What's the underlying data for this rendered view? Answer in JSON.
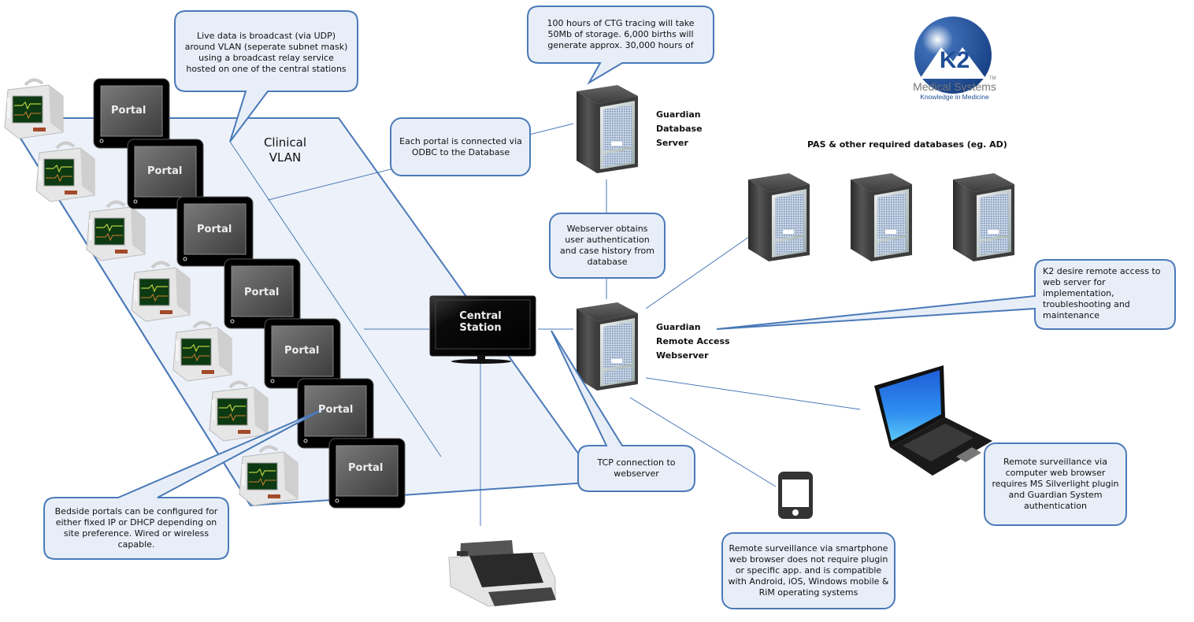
{
  "title": "Guardian System Network Overview",
  "colors": {
    "line": "#4a7ab8",
    "vlan_fill": "#edf1f9",
    "callout_fill": "#e8eef8",
    "callout_border": "#4a7ab8",
    "logo_blue": "#1f4e96"
  },
  "logo": {
    "mark": "K2",
    "company": "Medical Systems",
    "trademark": "TM",
    "tagline": "Knowledge in Medicine"
  },
  "vlan": {
    "label_line1": "Clinical",
    "label_line2": "VLAN"
  },
  "portals": [
    {
      "label": "Portal"
    },
    {
      "label": "Portal"
    },
    {
      "label": "Portal"
    },
    {
      "label": "Portal"
    },
    {
      "label": "Portal"
    },
    {
      "label": "Portal"
    },
    {
      "label": "Portal"
    }
  ],
  "central_station": {
    "line1": "Central",
    "line2": "Station"
  },
  "servers": {
    "database": {
      "line1": "Guardian",
      "line2": "Database",
      "line3": "Server"
    },
    "webserver": {
      "line1": "Guardian",
      "line2": "Remote Access",
      "line3": "Webserver"
    },
    "pas_heading": "PAS & other required databases (eg. AD)"
  },
  "callouts": {
    "udp_broadcast": "Live data is broadcast (via UDP) around VLAN (seperate subnet mask) using a broadcast relay service hosted on one of the central stations",
    "storage": "100 hours of CTG tracing will take 50Mb of storage. 6,000 births will generate approx. 30,000 hours of",
    "odbc": "Each portal is connected via ODBC to the Database",
    "webserver_auth": "Webserver obtains user authentication and case history from database",
    "k2_remote": "K2 desire remote access to web server for implementation, troubleshooting and maintenance",
    "tcp": "TCP connection to webserver",
    "bedside": "Bedside portals can be configured for either fixed IP or DHCP depending on site preference. Wired or wireless capable.",
    "computer_surveillance": "Remote surveillance via computer web browser requires MS Silverlight plugin and Guardian System authentication",
    "smartphone_surveillance": "Remote surveillance via smartphone web browser does not require plugin or specific app. and is compatible with Android, iOS, Windows mobile & RiM operating systems"
  }
}
